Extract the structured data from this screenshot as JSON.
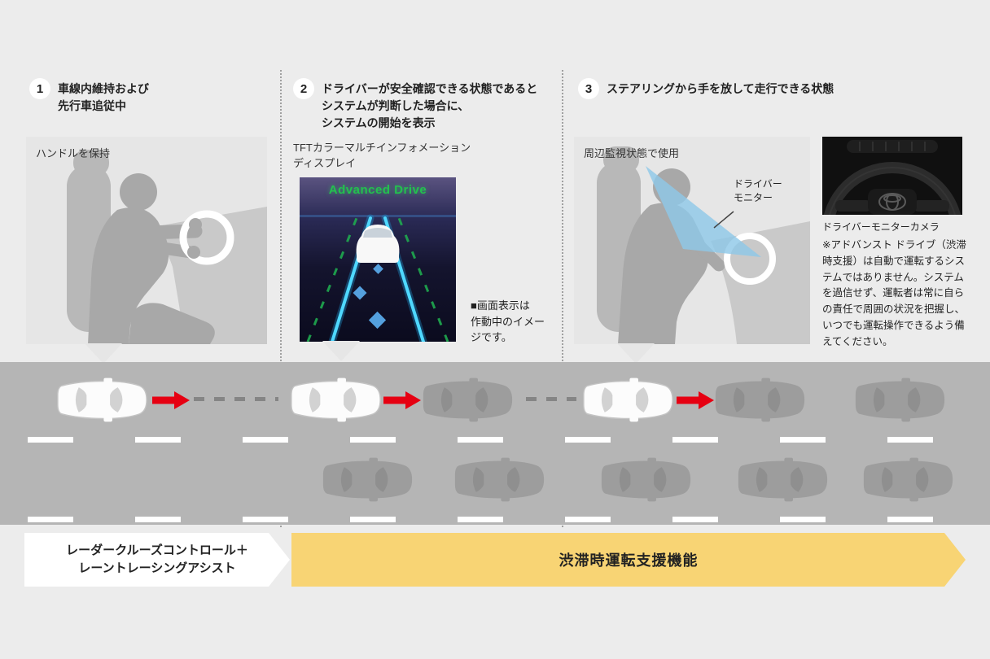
{
  "steps": [
    {
      "number": "1",
      "label": "車線内維持および\n先行車追従中"
    },
    {
      "number": "2",
      "label": "ドライバーが安全確認できる状態であると\nシステムが判断した場合に、\nシステムの開始を表示"
    },
    {
      "number": "3",
      "label": "ステアリングから手を放して走行できる状態"
    }
  ],
  "panels": {
    "driver_holding": {
      "caption": "ハンドルを保持"
    },
    "display": {
      "caption": "TFTカラーマルチインフォメーション\nディスプレイ",
      "screen_title": "Advanced Drive",
      "note": "■画面表示は\n作動中のイメー\nジです。"
    },
    "monitoring": {
      "caption": "周辺監視状態で使用",
      "monitor_label": "ドライバー\nモニター"
    }
  },
  "camera": {
    "caption": "ドライバーモニターカメラ",
    "disclaimer": "※アドバンスト ドライブ（渋滞時支援）は自動で運転するシステムではありません。システムを過信せず、運転者は常に自らの責任で周囲の状況を把握し、いつでも運転操作できるよう備えてください。"
  },
  "banners": {
    "left": "レーダークルーズコントロール＋\nレーントレーシングアシスト",
    "right": "渋滞時運転支援機能"
  },
  "colors": {
    "background": "#ececec",
    "road": "#b5b5b5",
    "accent_red": "#e60012",
    "banner_yellow": "#f8d474",
    "cone_blue": "#8fc8e8",
    "screen_green": "#23c14e"
  }
}
